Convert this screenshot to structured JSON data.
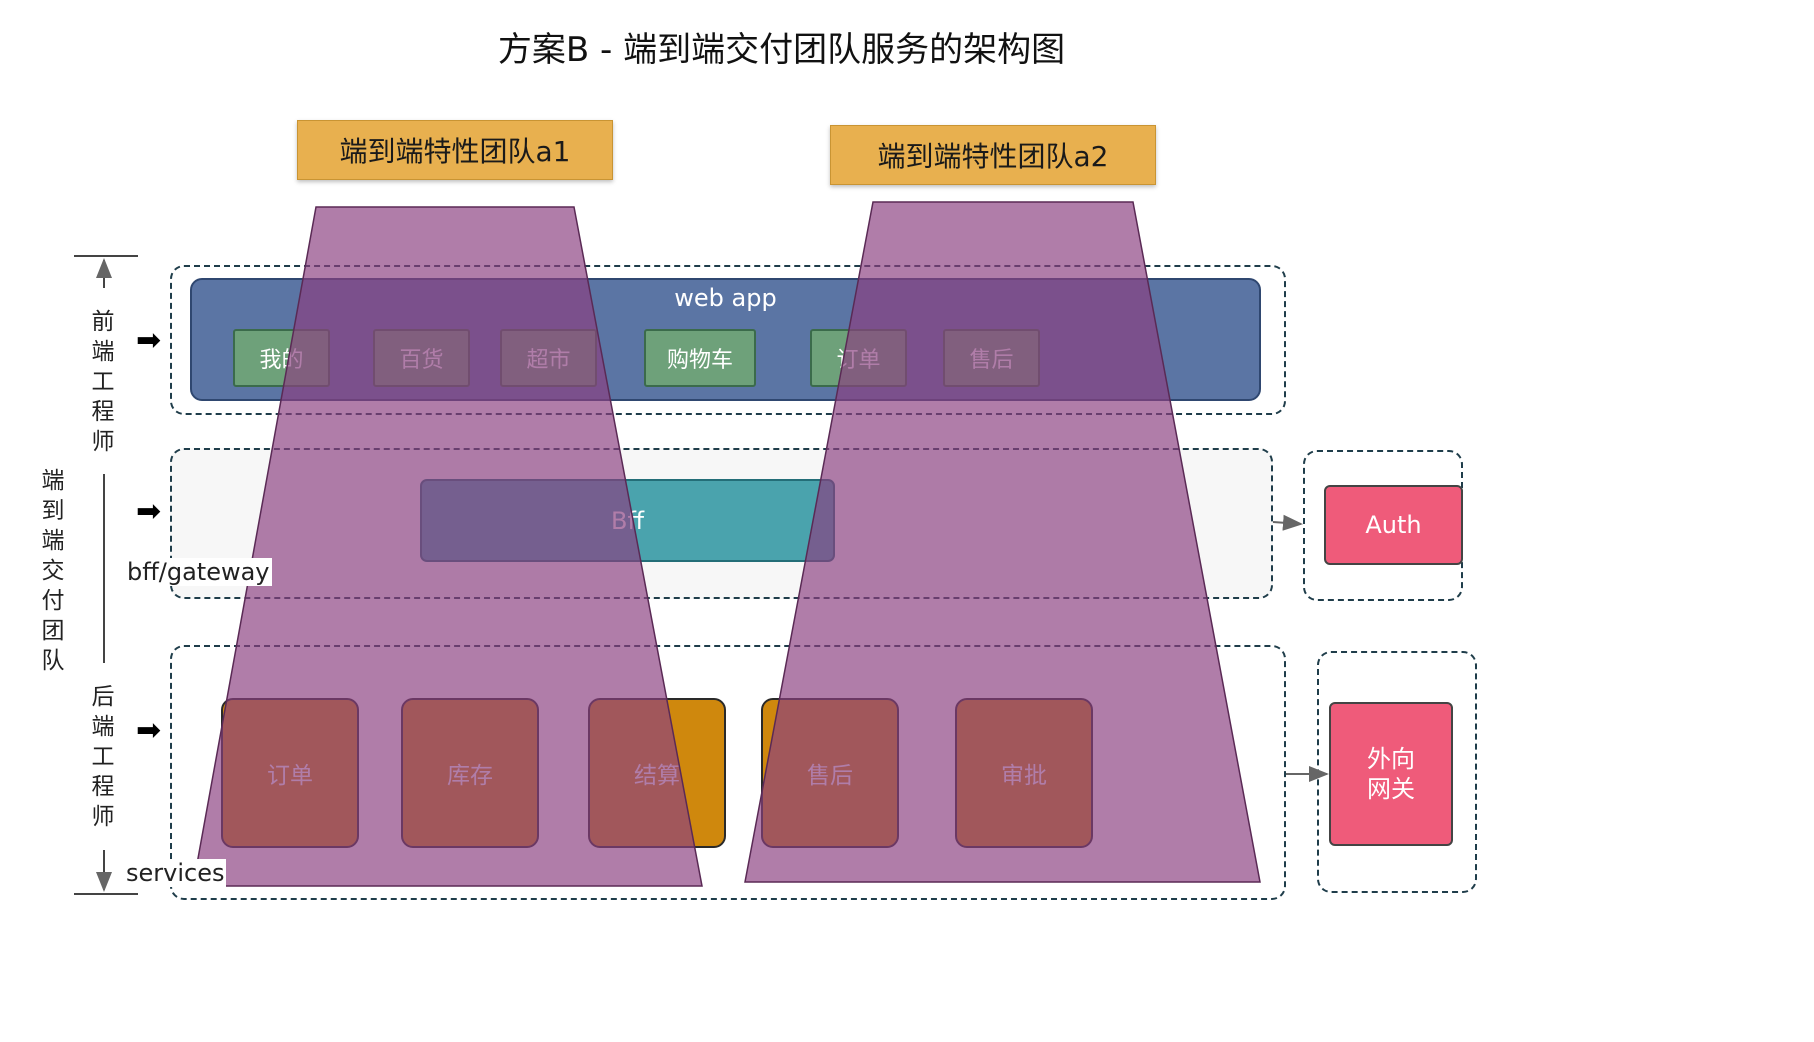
{
  "title": "方案B - 端到端交付团队服务的架构图",
  "teams": [
    "端到端特性团队a1",
    "端到端特性团队a2"
  ],
  "frontend": {
    "webapp_label": "web app",
    "tabs": [
      "我的",
      "百货",
      "超市",
      "购物车",
      "订单",
      "售后"
    ]
  },
  "bff": {
    "box_label": "Bff",
    "layer_label": "bff/gateway"
  },
  "services": {
    "items": [
      "订单",
      "库存",
      "结算",
      "售后",
      "审批"
    ],
    "layer_label": "services"
  },
  "external": {
    "auth": "Auth",
    "gateway": "外向\n网关"
  },
  "side_labels": {
    "frontend_engineers": "前端工程师",
    "e2e_team": "端到端交付团队",
    "backend_engineers": "后端工程师"
  },
  "colors": {
    "team_header": "#e8b04f",
    "trapezoid": "#8b3f80",
    "webapp": "#5b75a4",
    "tab": "#6ea17a",
    "bff": "#4aa3ad",
    "service": "#cf880d",
    "external": "#ef5b7a"
  }
}
